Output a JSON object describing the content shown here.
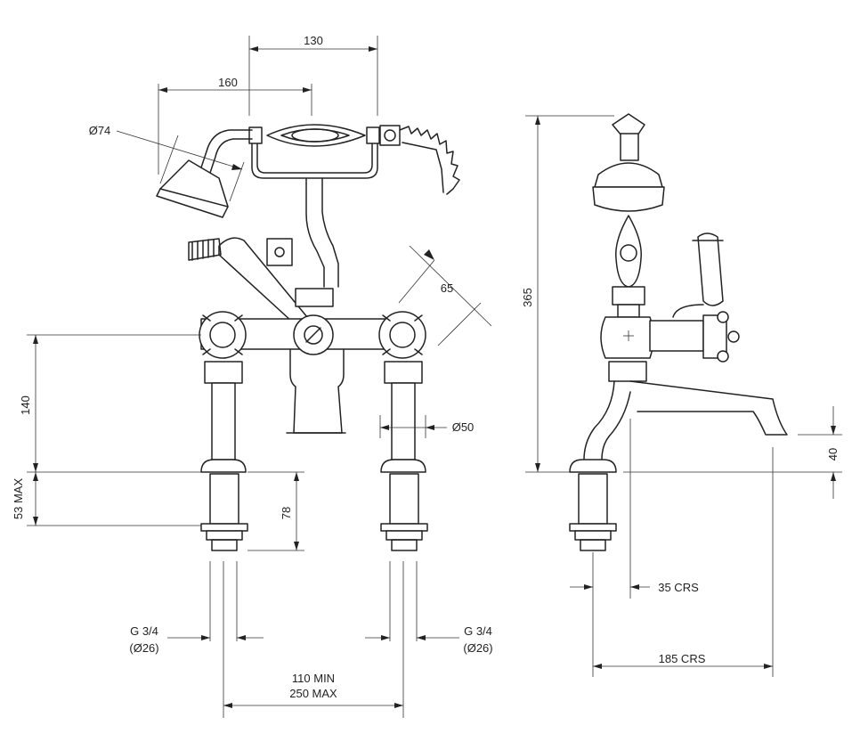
{
  "dimensions": {
    "top_width": "130",
    "handset_reach": "160",
    "handset_diameter": "Ø74",
    "lever_offset": "65",
    "body_height": "140",
    "deck_max": "53 MAX",
    "shank_length": "78",
    "leg_diameter": "Ø50",
    "thread_left": "G 3/4",
    "thread_left_dia": "(Ø26)",
    "thread_right": "G 3/4",
    "thread_right_dia": "(Ø26)",
    "centres_min": "110 MIN",
    "centres_max": "250 MAX",
    "overall_height": "365",
    "spout_height": "40",
    "centres_35": "35 CRS",
    "centres_185": "185 CRS"
  }
}
